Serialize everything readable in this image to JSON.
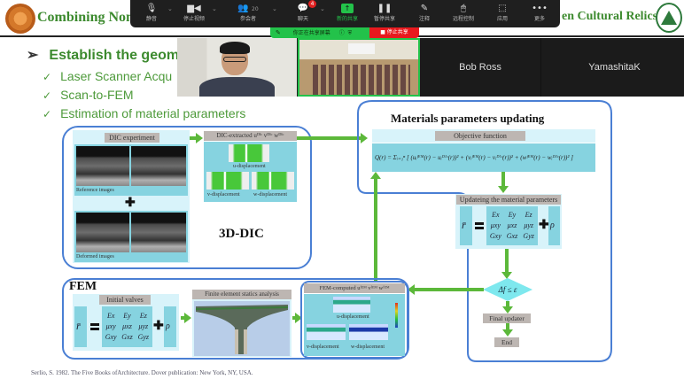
{
  "slide": {
    "title_left": "Combining Nonde",
    "title_right": "en Cultural Relics",
    "bullets": {
      "main": "Establish the geom",
      "main_marker": "➢",
      "subs": [
        "Laser Scanner Acqu",
        "Scan-to-FEM",
        "Estimation of material parameters"
      ],
      "sub_marker": "✓"
    },
    "dic": {
      "experiment_label": "DIC experiment",
      "reference_label": "Reference images",
      "deformed_label": "Deformed images",
      "plus": "✚",
      "extracted_label": "DIC-extracted uᴰᴵᶜ vᴰᴵᶜ wᴰᴵᶜ",
      "u_disp": "u-displacement",
      "v_disp": "v-displacement",
      "w_disp": "w-displacement",
      "section_title": "3D-DIC"
    },
    "update": {
      "section_title": "Materials parameters updating",
      "objective_label": "Objective function",
      "formula": "Q(r) = Σᵢ₌₁ⁿ [ (uᵢᶠᴱᴹ(r) − uᵢᴰᴵᶜ(r))² + (vᵢᶠᴱᴹ(r) − vᵢᴰᴵᶜ(r))² + (wᶠᴱᴹ(r) − wᵢᴰᴵᶜ(r))² ]",
      "updating_label": "Updateing the material parameters",
      "r_symbol": "r̄",
      "matrix": [
        "Ex",
        "Ey",
        "Ez",
        "μxy",
        "μxz",
        "μyz",
        "Gxy",
        "Gxz",
        "Gyz"
      ],
      "rho": "ρ",
      "condition": "Δf ≤ ε",
      "final_label": "Final updater",
      "end_label": "End"
    },
    "fem": {
      "section_title": "FEM",
      "initial_label": "Initial valves",
      "r_symbol": "r̄",
      "matrix": [
        "Ex",
        "Ey",
        "Ez",
        "μxy",
        "μxz",
        "μyz",
        "Gxy",
        "Gxz",
        "Gyz"
      ],
      "rho": "ρ",
      "statics_label": "Finite element statics analysis",
      "computed_label": "FEM-computed uᶠᴱᴹ vᶠᴱᴹ wᶠᴱᴹ",
      "u_disp": "u-displacement",
      "v_disp": "v-displacement",
      "w_disp": "w-displacement"
    },
    "reference": "Serlio, S. 1982. The Five Books ofArchitecture. Dover publication: New York, NY, USA."
  },
  "zoom": {
    "toolbar": [
      {
        "icon": "microphone-icon",
        "glyph": "🎙",
        "label": "静音",
        "caret": true
      },
      {
        "icon": "video-camera-icon",
        "glyph": "▆◀",
        "label": "停止视频",
        "caret": true
      },
      {
        "icon": "participants-icon",
        "glyph": "👥",
        "label": "参会者",
        "count": "20",
        "caret": true
      },
      {
        "icon": "chat-icon",
        "glyph": "💬",
        "label": "聊天",
        "badge": "4",
        "caret": true
      },
      {
        "icon": "new-share-icon",
        "glyph": "↑",
        "label": "新的共享"
      },
      {
        "icon": "pause-share-icon",
        "glyph": "❚❚",
        "label": "暂停共享"
      },
      {
        "icon": "annotate-icon",
        "glyph": "✎",
        "label": "注释"
      },
      {
        "icon": "remote-control-icon",
        "glyph": "🖱",
        "label": "远程控制"
      },
      {
        "icon": "apps-icon",
        "glyph": "⬚",
        "label": "应用"
      },
      {
        "icon": "more-icon",
        "glyph": "•••",
        "label": "更多"
      }
    ],
    "sharing_banner": "你正在共享屏幕",
    "stop_share": "停止共享",
    "participants": [
      {
        "name": "Bob Ross"
      },
      {
        "name": "YamashitaK"
      }
    ],
    "colors": {
      "share_green": "#23c24a",
      "stop_red": "#e8191e",
      "title_green": "#3c8a2e"
    }
  }
}
